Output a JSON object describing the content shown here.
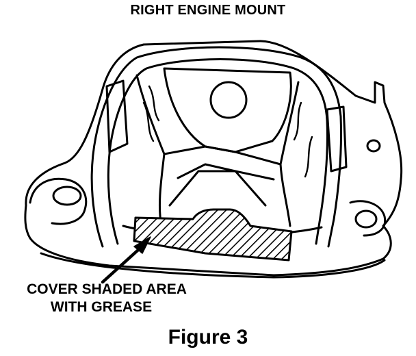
{
  "diagram": {
    "title": "RIGHT ENGINE MOUNT",
    "callout_line1": "COVER SHADED AREA",
    "callout_line2": "WITH GREASE",
    "caption": "Figure 3",
    "colors": {
      "ink": "#000000",
      "paper": "#ffffff"
    }
  }
}
